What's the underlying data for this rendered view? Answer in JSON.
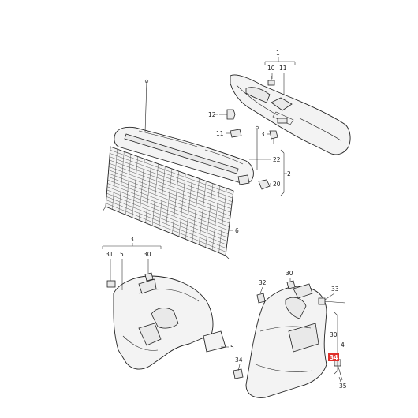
{
  "callouts": {
    "c1": "1",
    "c10": "10",
    "c11": "11",
    "c12": "12",
    "c11b": "11",
    "c13": "13",
    "c2": "2",
    "c22": "22",
    "c20": "20",
    "c6": "6",
    "c3": "3",
    "c31": "31",
    "c5a": "5",
    "c30a": "30",
    "c5b": "5",
    "c32": "32",
    "c30b": "30",
    "c33": "33",
    "c30c": "30",
    "c4": "4",
    "c34": "34",
    "c34b": "34",
    "c35": "35"
  },
  "colors": {
    "highlight": "#e0302b",
    "line": "#222222",
    "fill": "#f3f3f3"
  }
}
